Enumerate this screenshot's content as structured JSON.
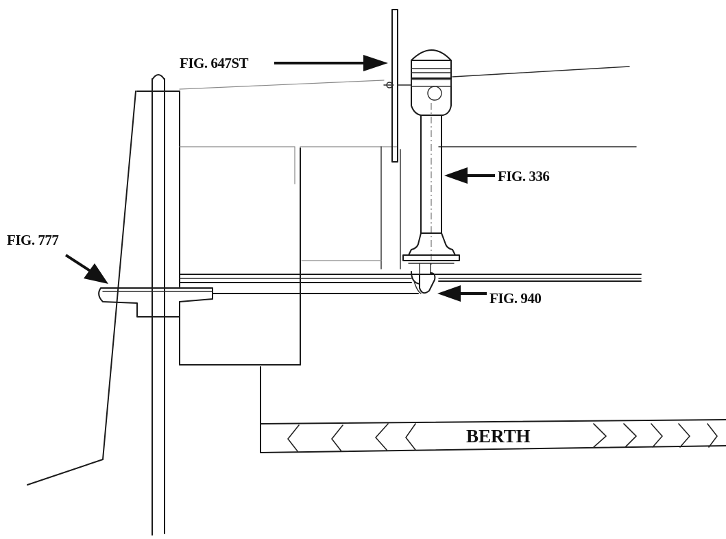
{
  "callouts": {
    "fig647st": "FIG. 647ST",
    "fig336": "FIG. 336",
    "fig777": "FIG. 777",
    "fig940": "FIG. 940"
  },
  "berth": {
    "label": "BERTH"
  },
  "colors": {
    "ink": "#111111",
    "paper": "#ffffff"
  }
}
